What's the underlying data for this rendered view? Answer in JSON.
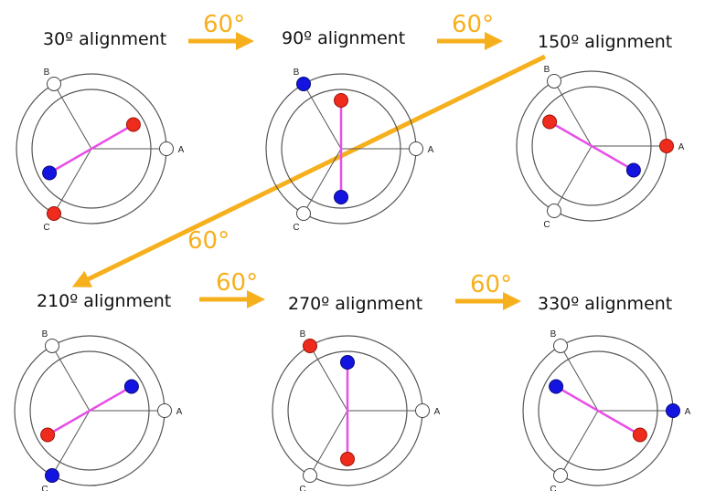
{
  "colors": {
    "accent": "#f6b01e",
    "red_dot": "#ee2b1c",
    "blue_dot": "#1414e0",
    "magenta_line": "#e84ee8",
    "ring": "#555555"
  },
  "step_label": "60°",
  "panels": [
    {
      "title": "30º alignment",
      "angle": 30,
      "labels": {
        "A": "A",
        "B": "B",
        "C": "C"
      }
    },
    {
      "title": "90º alignment",
      "angle": 90,
      "labels": {
        "A": "A",
        "B": "B",
        "C": "C"
      }
    },
    {
      "title": "150º alignment",
      "angle": 150,
      "labels": {
        "A": "A",
        "B": "B",
        "C": "C"
      }
    },
    {
      "title": "210º alignment",
      "angle": 210,
      "labels": {
        "A": "A",
        "B": "B",
        "C": "C"
      }
    },
    {
      "title": "270º alignment",
      "angle": 270,
      "labels": {
        "A": "A",
        "B": "B",
        "C": "C"
      }
    },
    {
      "title": "330º alignment",
      "angle": 330,
      "labels": {
        "A": "A",
        "B": "B",
        "C": "C"
      }
    }
  ],
  "steps": [
    {
      "label": "60°"
    },
    {
      "label": "60°"
    },
    {
      "label": "60°"
    },
    {
      "label": "60°"
    },
    {
      "label": "60°"
    }
  ]
}
